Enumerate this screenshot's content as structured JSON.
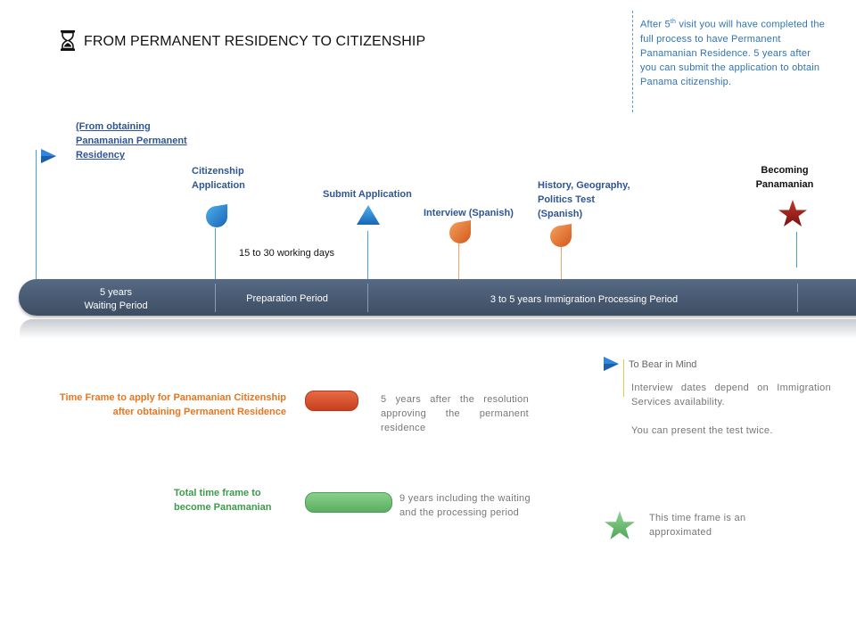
{
  "title": "FROM PERMANENT RESIDENCY TO CITIZENSHIP",
  "icons": {
    "title": "hourglass-icon",
    "start": "flag-icon",
    "citizenship": "drop-pin-icon",
    "submit": "triangle-icon",
    "interview": "orange-drop-pin-icon",
    "history": "orange-drop-pin-icon",
    "becoming": "star-icon",
    "bear": "flag-icon",
    "legend_star": "star-icon"
  },
  "note_top": {
    "prefix": "After 5",
    "sup": "th",
    "suffix": "  visit you will have completed the full process to have Permanent Panamanian Residence. 5 years after you can submit the application to obtain Panama citizenship."
  },
  "milestones": {
    "from": "(From obtaining Panamanian Permanent Residency",
    "citizenship": "Citizenship Application",
    "submit": "Submit Application",
    "interview": "Interview (Spanish)",
    "history": "History, Geography, Politics Test (Spanish)",
    "becoming": "Becoming Panamanian"
  },
  "days_label": "15 to 30  working days",
  "segments": {
    "waiting_line1": "5 years",
    "waiting_line2": "Waiting Period",
    "preparation": "Preparation Period",
    "processing": "3 to 5 years Immigration Processing Period"
  },
  "legend": {
    "timeframe_label": "Time Frame to apply for Panamanian Citizenship after obtaining Permanent Residence",
    "timeframe_desc": "5 years after the resolution approving the permanent residence",
    "total_label": "Total time frame to become Panamanian",
    "total_desc": "9 years including the waiting and the processing period"
  },
  "bear": {
    "title": "To Bear in Mind",
    "line1": "Interview dates depend on Immigration Services availability.",
    "line2": "You can present the test twice."
  },
  "star_note": "This time frame is an approximated",
  "colors": {
    "blue": "#2f5597",
    "accent_blue": "#2e86de",
    "orange": "#e8761f",
    "green": "#3e9a4c",
    "timeline": "#4a5a70",
    "red_pill": "#d9512c",
    "green_pill": "#6fbf73",
    "dark_red_star": "#8b1a1a"
  }
}
